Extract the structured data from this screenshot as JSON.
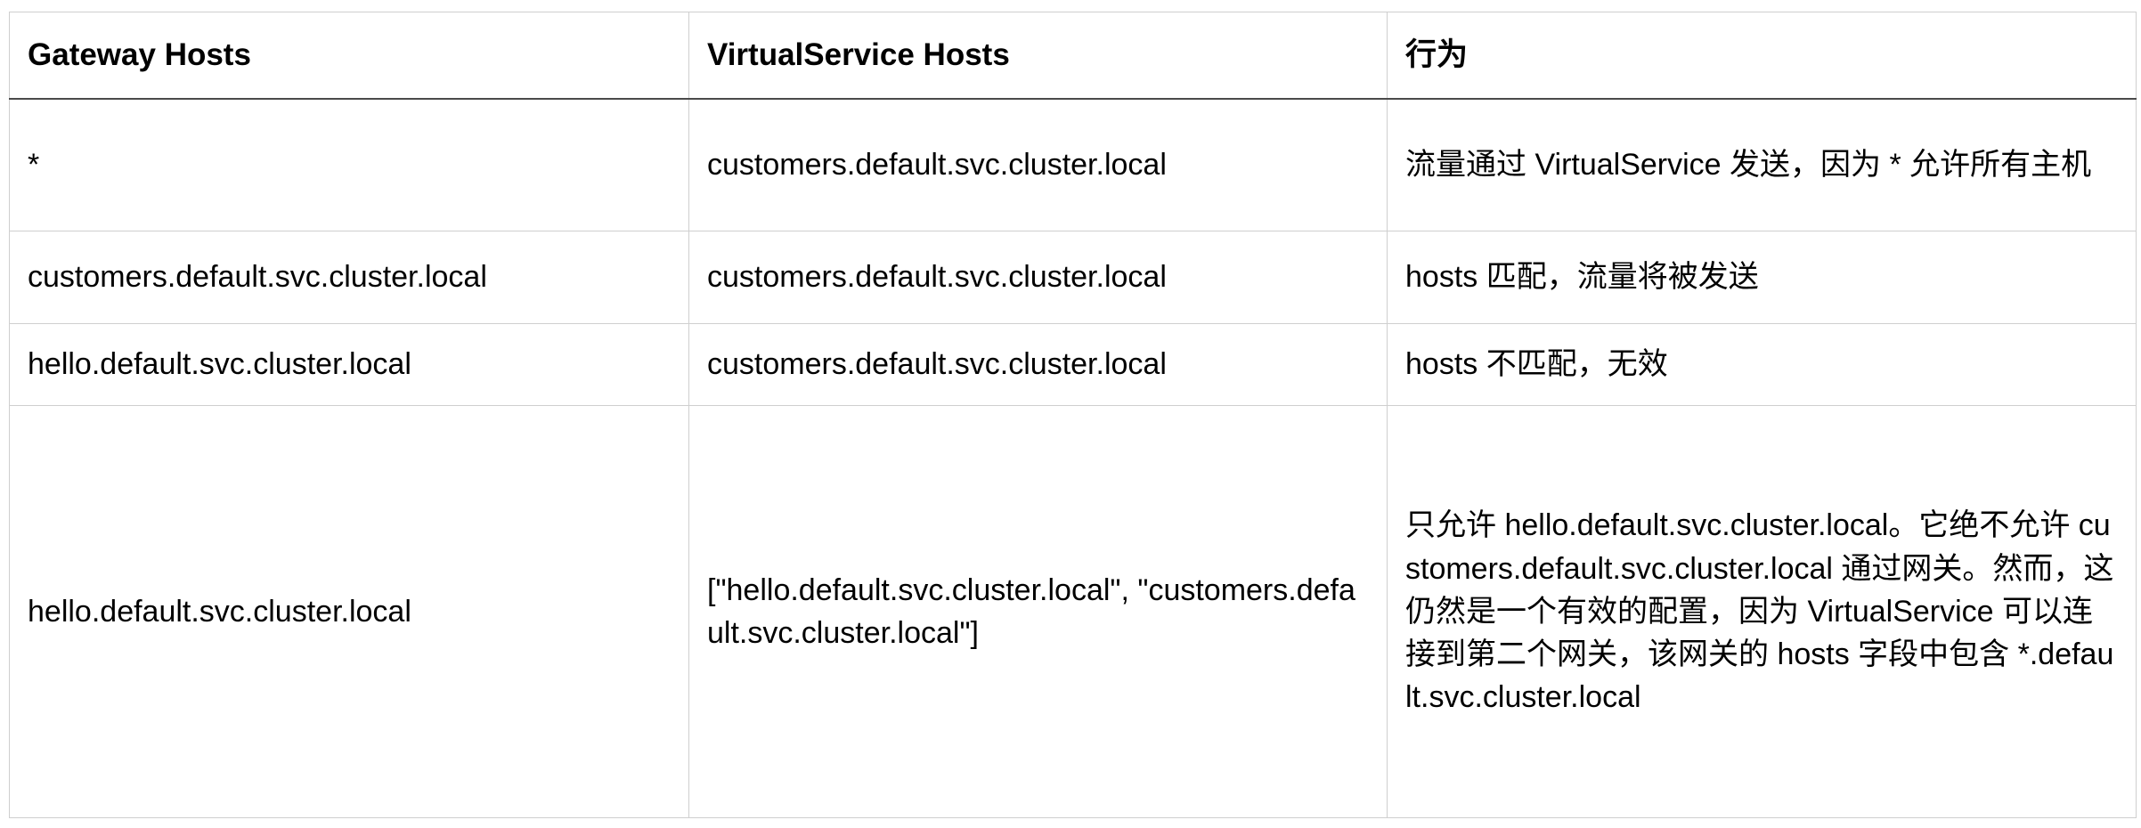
{
  "table": {
    "columns": [
      {
        "key": "gateway_hosts",
        "label": "Gateway Hosts"
      },
      {
        "key": "virtualservice_hosts",
        "label": "VirtualService Hosts"
      },
      {
        "key": "behavior",
        "label": "行为"
      }
    ],
    "rows": [
      {
        "gateway_hosts": "*",
        "virtualservice_hosts": "customers.default.svc.cluster.local",
        "behavior": "流量通过 VirtualService 发送，因为 * 允许所有主机"
      },
      {
        "gateway_hosts": "customers.default.svc.cluster.local",
        "virtualservice_hosts": "customers.default.svc.cluster.local",
        "behavior": "hosts 匹配，流量将被发送"
      },
      {
        "gateway_hosts": "hello.default.svc.cluster.local",
        "virtualservice_hosts": "customers.default.svc.cluster.local",
        "behavior": "hosts 不匹配，无效"
      },
      {
        "gateway_hosts": "hello.default.svc.cluster.local",
        "virtualservice_hosts": "[\"hello.default.svc.cluster.local\", \"customers.default.svc.cluster.local\"]",
        "behavior": "只允许 hello.default.svc.cluster.local。它绝不允许 customers.default.svc.cluster.local 通过网关。然而，这仍然是一个有效的配置，因为 VirtualService 可以连接到第二个网关，该网关的 hosts 字段中包含 *.default.svc.cluster.local"
      }
    ]
  },
  "colors": {
    "border": "#cfcfcf",
    "header_rule": "#4a4a4a",
    "text": "#000000",
    "background": "#ffffff"
  }
}
